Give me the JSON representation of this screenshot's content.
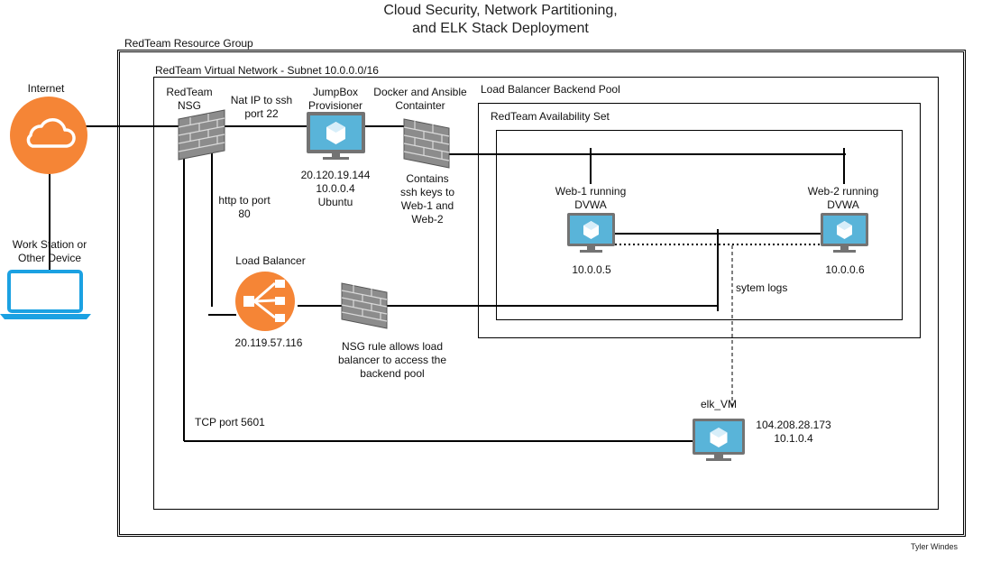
{
  "title_line1": "Cloud Security, Network Partitioning,",
  "title_line2": "and ELK Stack Deployment",
  "groups": {
    "resource_group": "RedTeam Resource Group",
    "vnet": "RedTeam Virtual Network - Subnet 10.0.0.0/16",
    "backend_pool": "Load Balancer Backend Pool",
    "availability_set": "RedTeam Availability Set"
  },
  "nodes": {
    "internet": "Internet",
    "workstation_l1": "Work Station or",
    "workstation_l2": "Other Device",
    "nsg_l1": "RedTeam",
    "nsg_l2": "NSG",
    "jumpbox_l1": "JumpBox",
    "jumpbox_l2": "Provisioner",
    "jumpbox_ip_public": "20.120.19.144",
    "jumpbox_ip_private": "10.0.0.4",
    "jumpbox_os": "Ubuntu",
    "docker_l1": "Docker and Ansible",
    "docker_l2": "Containter",
    "docker_note_l1": "Contains",
    "docker_note_l2": "ssh keys to",
    "docker_note_l3": "Web-1 and",
    "docker_note_l4": "Web-2",
    "web1_l1": "Web-1 running",
    "web1_l2": "DVWA",
    "web1_ip": "10.0.0.5",
    "web2_l1": "Web-2 running",
    "web2_l2": "DVWA",
    "web2_ip": "10.0.0.6",
    "lb_title": "Load Balancer",
    "lb_ip": "20.119.57.116",
    "nsg_rule_l1": "NSG rule allows load",
    "nsg_rule_l2": "balancer to access the",
    "nsg_rule_l3": "backend pool",
    "elk_name": "elk_VM",
    "elk_ip_public": "104.208.28.173",
    "elk_ip_private": "10.1.0.4"
  },
  "edge_labels": {
    "nat_l1": "Nat IP to ssh",
    "nat_l2": "port 22",
    "http_l1": "http to port",
    "http_l2": "80",
    "tcp": "TCP port 5601",
    "logs": "sytem logs"
  },
  "credit": "Tyler Windes",
  "colors": {
    "orange": "#F58536",
    "blue_laptop": "#1BA1E2",
    "vm_monitor": "#737373",
    "vm_screen": "#59B4D9",
    "firewall": "#7F7F7F"
  }
}
